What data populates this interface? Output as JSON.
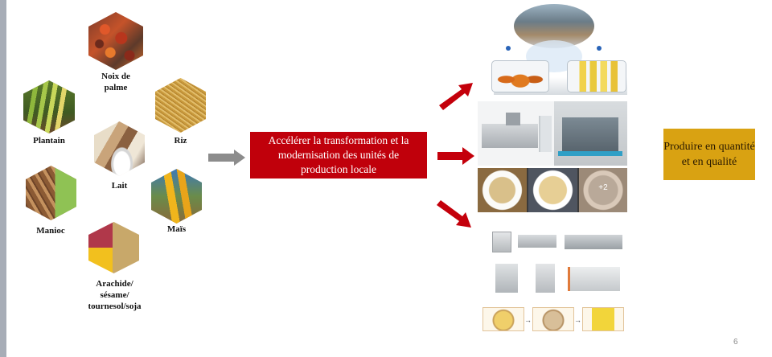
{
  "slide": {
    "page_number": "6"
  },
  "inputs": {
    "items": [
      {
        "label": "Noix de palme",
        "lines": [
          "Noix de",
          "palme"
        ],
        "image": "palm-nuts-photo"
      },
      {
        "label": "Plantain",
        "lines": [
          "Plantain"
        ],
        "image": "plantain-photo"
      },
      {
        "label": "Riz",
        "lines": [
          "Riz"
        ],
        "image": "rice-photo"
      },
      {
        "label": "Lait",
        "lines": [
          "Lait"
        ],
        "image": "milk-photo"
      },
      {
        "label": "Manioc",
        "lines": [
          "Manioc"
        ],
        "image": "cassava-photo"
      },
      {
        "label": "Maïs",
        "lines": [
          "Maïs"
        ],
        "image": "maize-photo"
      },
      {
        "label": "Arachide/ sésame/ tournesol/soja",
        "lines": [
          "Arachide/",
          "sésame/",
          "tournesol/soja"
        ],
        "image": "oilseeds-photo"
      }
    ]
  },
  "process": {
    "label": "Accélérer la transformation et la modernisation des unités de production locale"
  },
  "outputs": {
    "oil_refinery": {
      "image": "oil-refinery-photo"
    },
    "extrusion": {
      "image": "extruder-machines-photo",
      "flour_overlay": "+2"
    },
    "processing_line": {
      "image": "processing-line-photo"
    }
  },
  "goal": {
    "label": "Produire en quantité et en qualité"
  },
  "colors": {
    "process_box": "#c0000b",
    "goal_box": "#d9a212",
    "red_arrow": "#c4000b",
    "gray_arrow": "#8c8c8c",
    "left_bar": "#a7adb7"
  }
}
